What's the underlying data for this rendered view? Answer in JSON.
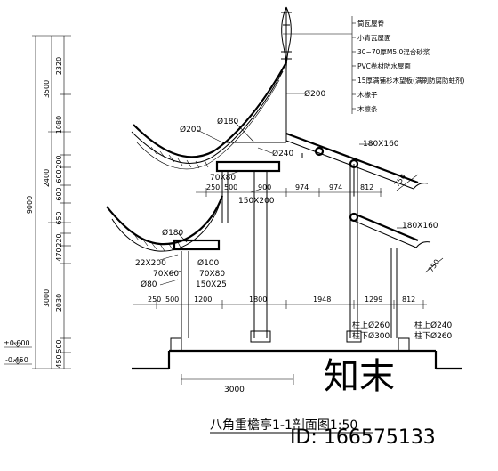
{
  "title": "八角重檐亭1-1剖面图1:50",
  "watermark": {
    "brand": "知末",
    "id": "ID: 166575133"
  },
  "material_notes": [
    "筒瓦屋脊",
    "小青瓦屋面",
    "30~70厚M5.0混合砂浆",
    "PVC卷材防水屋面",
    "15厚满铺杉木望板(满刷防腐防蛀剂)",
    "木椽子",
    "木檩条"
  ],
  "elevation_marks": [
    "±0.000",
    "-0.450"
  ],
  "left_dims": {
    "overall": "9000",
    "outer": [
      "3500",
      "2400",
      "3000"
    ],
    "inner": [
      "2320",
      "1080",
      "200",
      "600",
      "600",
      "650",
      "220",
      "470",
      "2030",
      "500",
      "450"
    ]
  },
  "member_labels": {
    "d200_top": "Ø200",
    "d200_left": "Ø200",
    "d180_upper": "Ø180",
    "d240": "Ø240",
    "s70x80": "70X80",
    "s150x200": "150X200",
    "s180x160_upper": "180X160",
    "s180x160_lower": "180X160",
    "d180_lower": "Ø180",
    "s22x200": "22X200",
    "d100": "Ø100",
    "s70x60": "70X60",
    "d80": "Ø80",
    "s150x25": "150X25",
    "s750_upper": "750",
    "s750_lower": "750"
  },
  "upper_dims": [
    "250",
    "500",
    "900",
    "974",
    "974",
    "812"
  ],
  "lower_dims": [
    "250",
    "500",
    "1200",
    "1800",
    "1948",
    "1299",
    "812"
  ],
  "column_notes": [
    "柱上Ø260",
    "柱下Ø300",
    "柱上Ø240",
    "柱下Ø260"
  ],
  "base_dim": "3000"
}
